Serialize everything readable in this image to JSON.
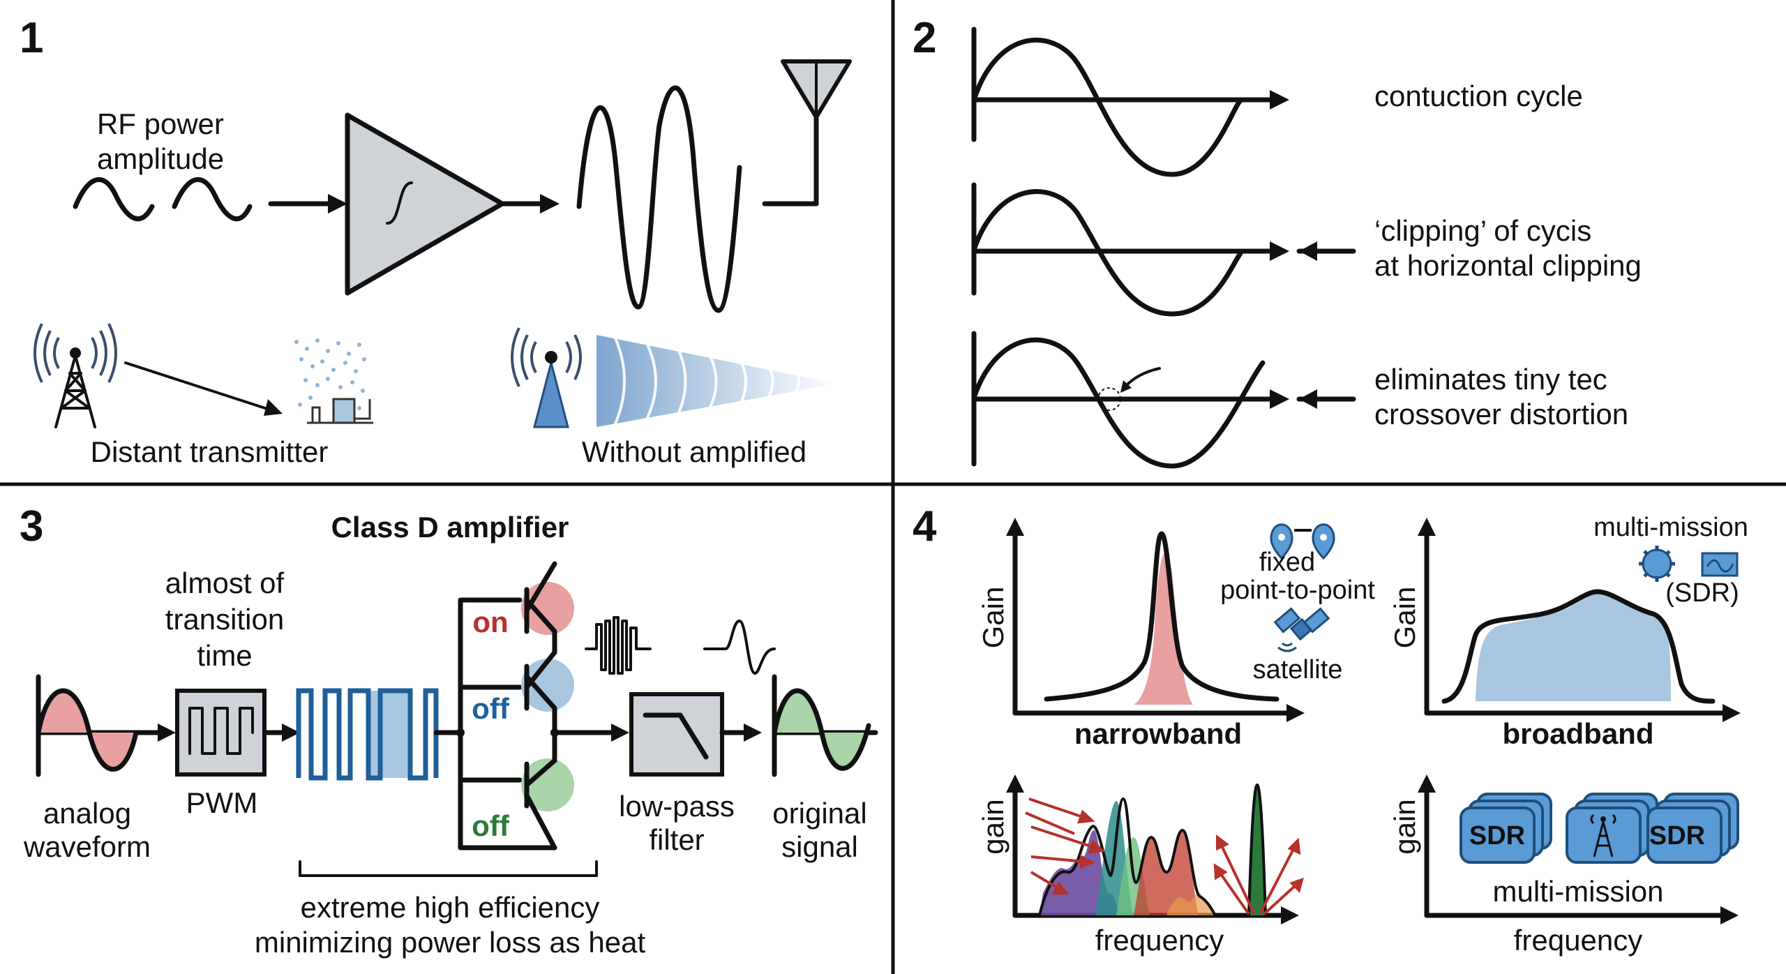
{
  "panel1": {
    "number": "1",
    "rf_label_line1": "RF power",
    "rf_label_line2": "amplitude",
    "distant_label": "Distant transmitter",
    "without_label": "Without amplified"
  },
  "panel2": {
    "number": "2",
    "caption1": "contuction cycle",
    "caption2_line1": "‘clipping’ of cycis",
    "caption2_line2": "at horizontal clipping",
    "caption3_line1": "eliminates tiny tec",
    "caption3_line2": "crossover distortion"
  },
  "panel3": {
    "number": "3",
    "title": "Class D amplifier",
    "transition_line1": "almost of",
    "transition_line2": "transition",
    "transition_line3": "time",
    "pwm_label": "PWM",
    "analog_line1": "analog",
    "analog_line2": "waveform",
    "state_on": "on",
    "state_off1": "off",
    "state_off2": "off",
    "lowpass_line1": "low-pass",
    "lowpass_line2": "filter",
    "original_line1": "original",
    "original_line2": "signal",
    "efficiency_line1": "extreme high efficiency",
    "efficiency_line2": "minimizing power loss as heat"
  },
  "panel4": {
    "number": "4",
    "gain_label": "Gain",
    "gain_label_lower": "gain",
    "narrowband_label": "narrowband",
    "broadband_label": "broadband",
    "fixed_line1": "fixed",
    "fixed_line2": "point-to-point",
    "satellite_label": "satellite",
    "multi_mission_top": "multi-mission",
    "sdr_paren": "(SDR)",
    "frequency_label": "frequency",
    "multi_mission_bottom": "multi-mission",
    "sdr_tag": "SDR"
  },
  "colors": {
    "amp_gray": "#cfd2d6",
    "red_fill": "#e8a0a0",
    "blue_fill": "#a9c6e0",
    "green_fill": "#a8d4a8",
    "pwm_blue": "#1f5f99",
    "on_red": "#b7302a",
    "off_blue": "#1f5f99",
    "off_green": "#2b7a3b",
    "sdr_blue": "#5b9bd5"
  },
  "icons": [
    "sine-wave-icon",
    "amplifier-triangle-icon",
    "antenna-icon",
    "radio-tower-icon",
    "receiver-icon",
    "signal-cone-icon",
    "pwm-block-icon",
    "transistor-icon",
    "low-pass-filter-icon",
    "map-pin-icon",
    "satellite-icon",
    "gear-icon",
    "sdr-module-icon"
  ]
}
